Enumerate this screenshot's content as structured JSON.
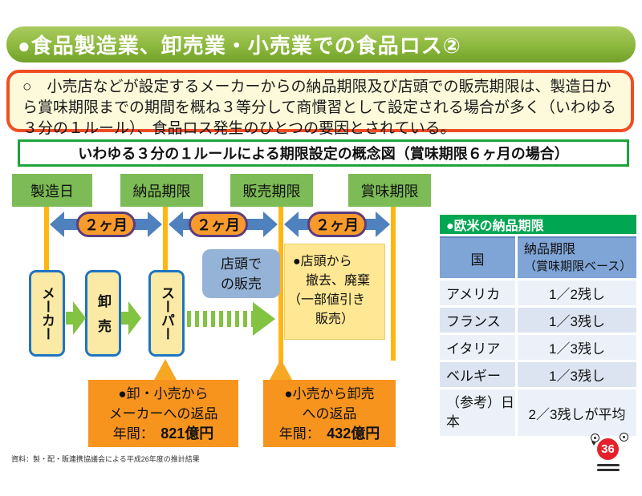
{
  "slide": {
    "title": "●食品製造業、卸売業・小売業での食品ロス②",
    "intro_text": "○　小売店などが設定するメーカーからの納品期限及び店頭での販売期限は、製造日から賞味期限までの期間を概ね３等分して商慣習として設定される場合が多く（いわゆる３分の１ルール）、食品ロス発生のひとつの要因とされている。",
    "concept_title": "いわゆる３分の１ルールによる期限設定の概念図（賞味期限６ヶ月の場合）",
    "footer_source": "資料：製・配・販連携協議会による平成26年度の推計結果",
    "page_number": "36"
  },
  "timeline": {
    "milestones": [
      "製造日",
      "納品期限",
      "販売期限",
      "賞味期限"
    ],
    "intervals": [
      "２ヶ月",
      "２ヶ月",
      "２ヶ月"
    ],
    "actors": [
      "メーカー",
      "卸売",
      "スーパー"
    ],
    "store_sales": {
      "line1": "店頭で",
      "line2": "の販売"
    },
    "removal_note": {
      "lines": [
        "●店頭から",
        "撤去、廃棄",
        "（一部値引き",
        "販売）"
      ]
    },
    "returns": [
      {
        "line1": "●卸・小売から",
        "line2": "メーカーへの返品",
        "amount_label": "年間：",
        "amount_value": "821億円"
      },
      {
        "line1": "●小売から卸売",
        "line2": "への返品",
        "amount_label": "年間：",
        "amount_value": "432億円"
      }
    ]
  },
  "table": {
    "title": "●欧米の納品期限",
    "col_country": "国",
    "col_deadline_line1": "納品期限",
    "col_deadline_line2": "（賞味期限ベース）",
    "rows": [
      {
        "country": "アメリカ",
        "deadline": "1／2残し"
      },
      {
        "country": "フランス",
        "deadline": "1／3残し"
      },
      {
        "country": "イタリア",
        "deadline": "1／3残し"
      },
      {
        "country": "ベルギー",
        "deadline": "1／3残し"
      },
      {
        "country": "（参考）日本",
        "deadline": "2／3残しが平均"
      }
    ]
  },
  "colors": {
    "title_green": "#8cb83e",
    "milestone_green": "#7cbb55",
    "table_green": "#00a651",
    "table_header_blue": "#7fa5d6",
    "arrow_blue": "#4e81bd",
    "pill_orange": "#f99b2c",
    "pill_border_purple": "#5b3c7e",
    "timeline_yellow": "#ffb612",
    "box_yellow": "#ffe793",
    "actor_fill": "#fbe9a6",
    "actor_border_blue": "#1f74c0",
    "flow_green": "#82c341",
    "return_orange": "#f7941e",
    "alert_border_red": "#ef4e23",
    "intro_fill": "#fcfada",
    "page_badge_red": "#e5202b"
  }
}
